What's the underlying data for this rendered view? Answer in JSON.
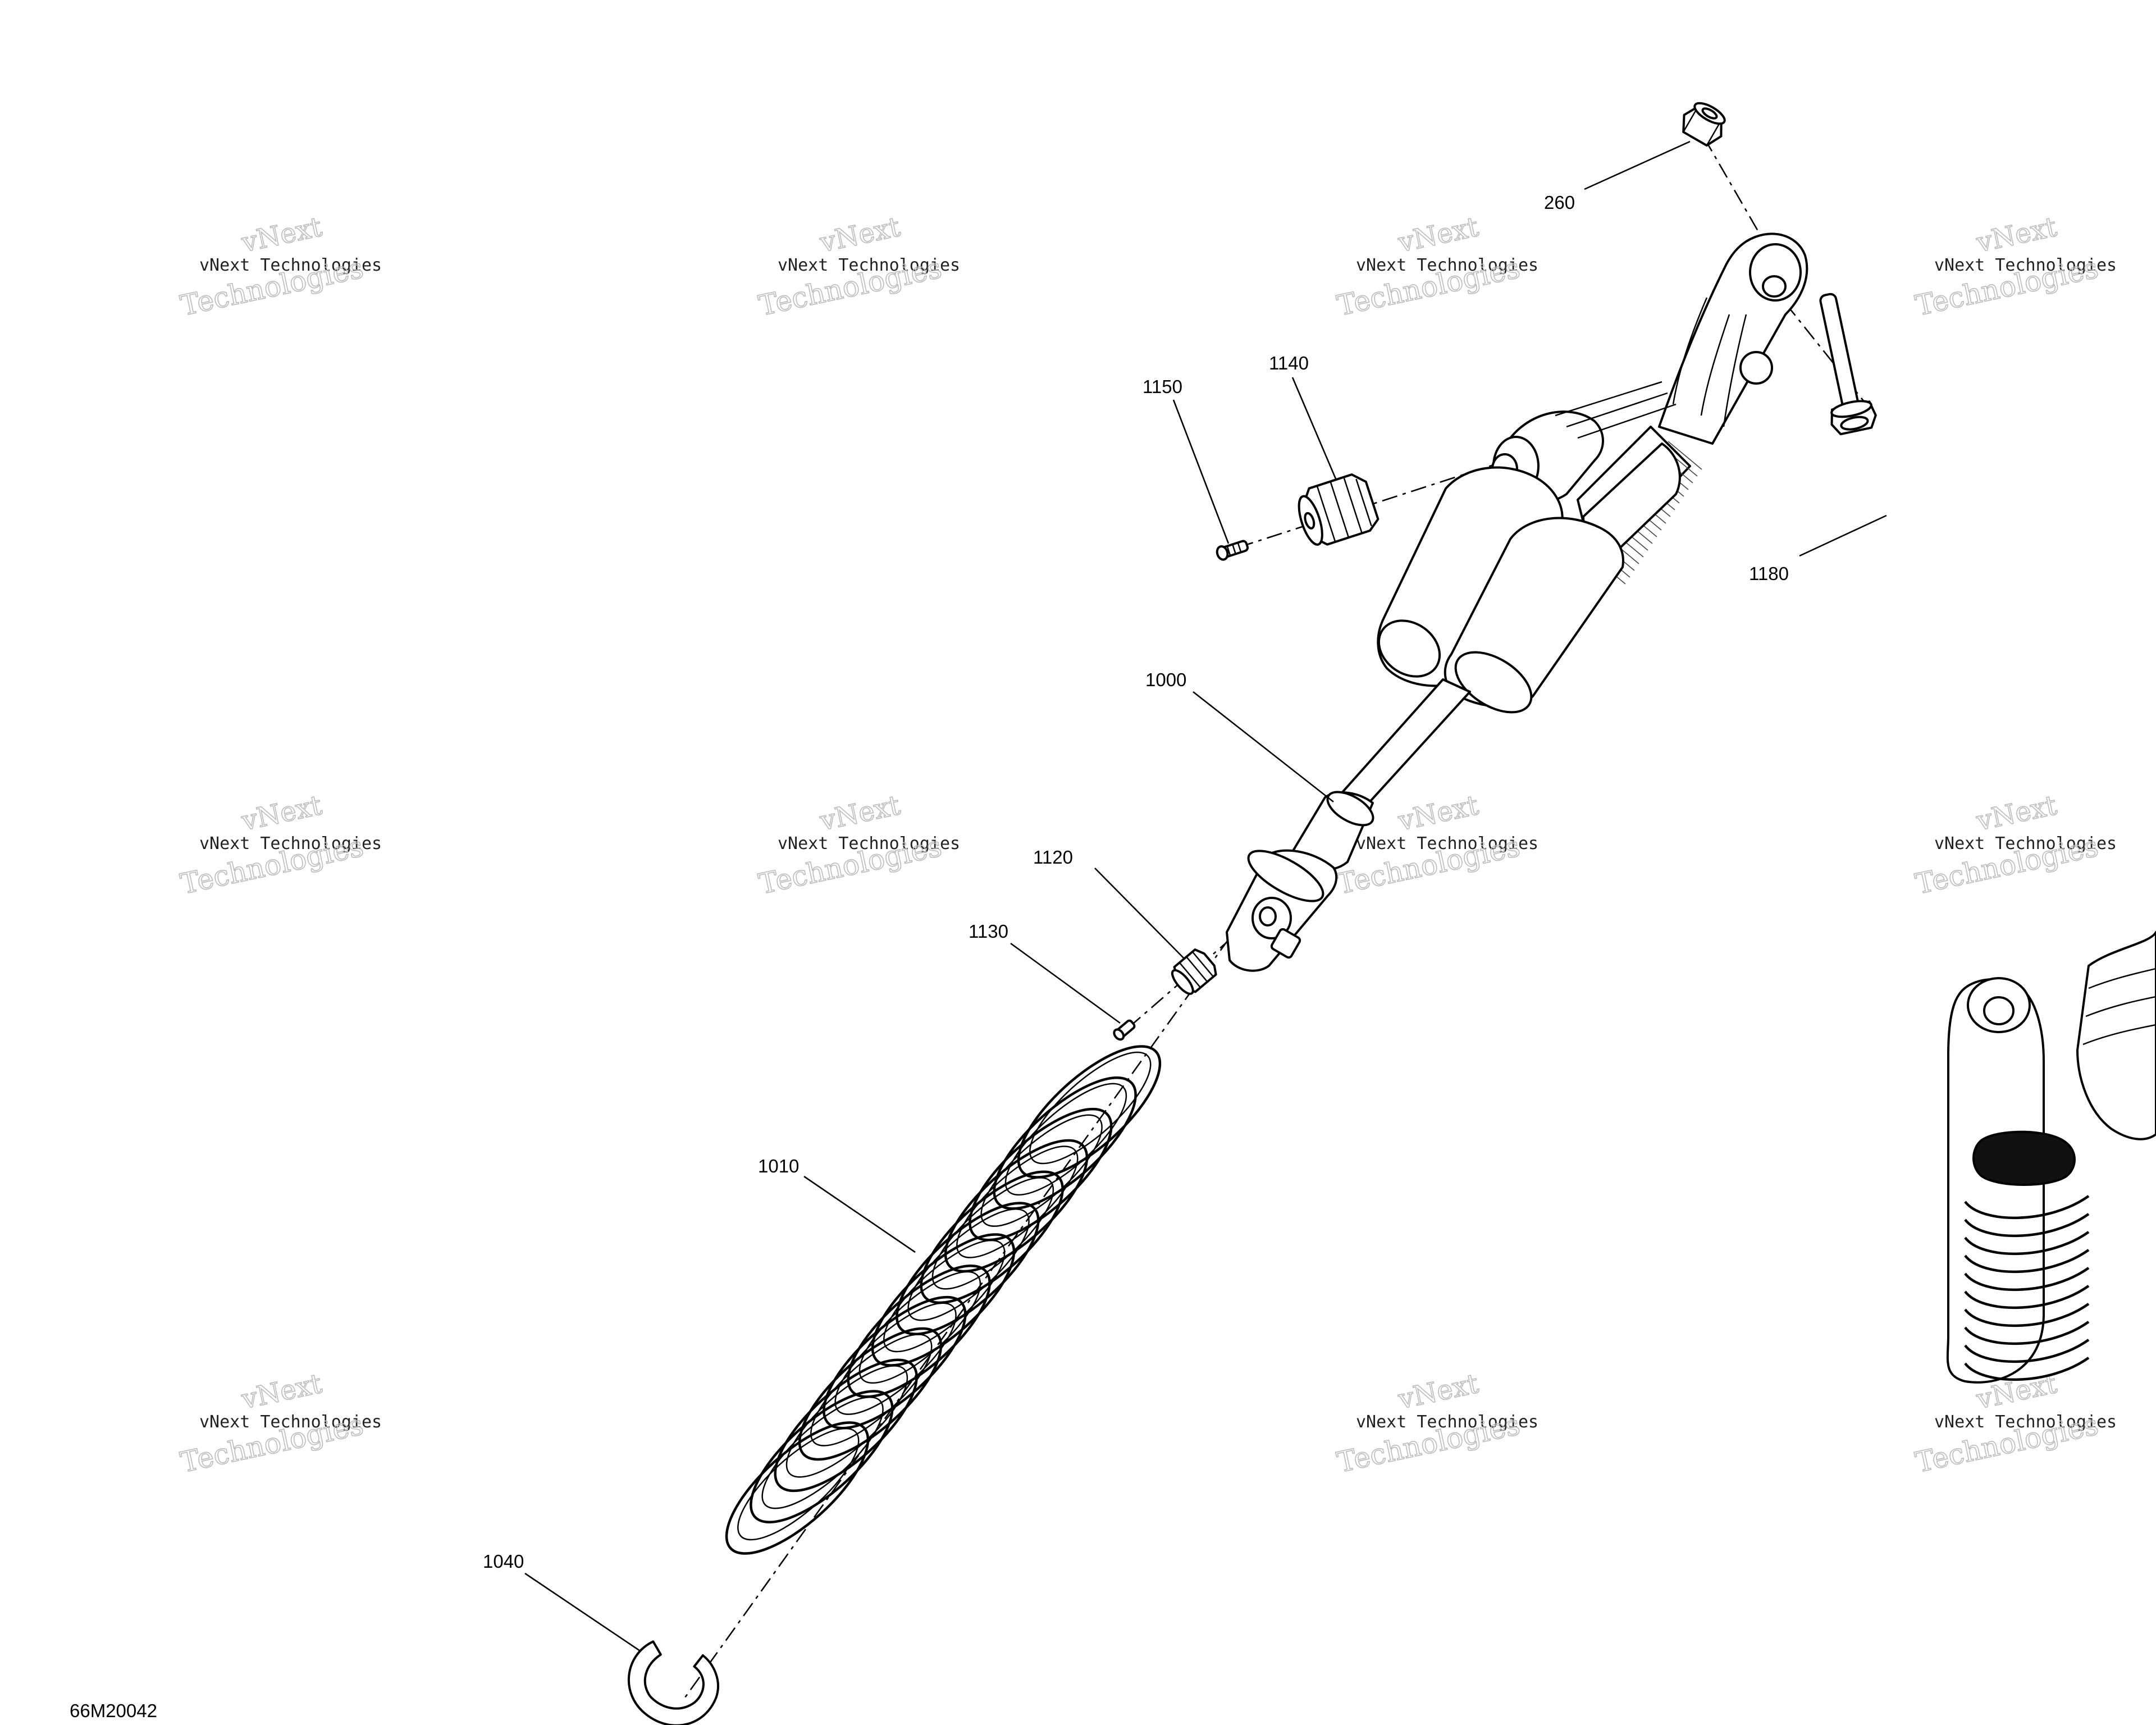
{
  "drawing_number": "66M20042",
  "watermark": {
    "line1": "vNext Technologies",
    "line2": "Technologies",
    "line3": "vNext"
  },
  "callouts": [
    {
      "id": "260",
      "label": "260"
    },
    {
      "id": "1150",
      "label": "1150"
    },
    {
      "id": "1140",
      "label": "1140"
    },
    {
      "id": "1180",
      "label": "1180"
    },
    {
      "id": "1000",
      "label": "1000"
    },
    {
      "id": "1120",
      "label": "1120"
    },
    {
      "id": "1130",
      "label": "1130"
    },
    {
      "id": "1010",
      "label": "1010"
    },
    {
      "id": "1040",
      "label": "1040"
    }
  ]
}
